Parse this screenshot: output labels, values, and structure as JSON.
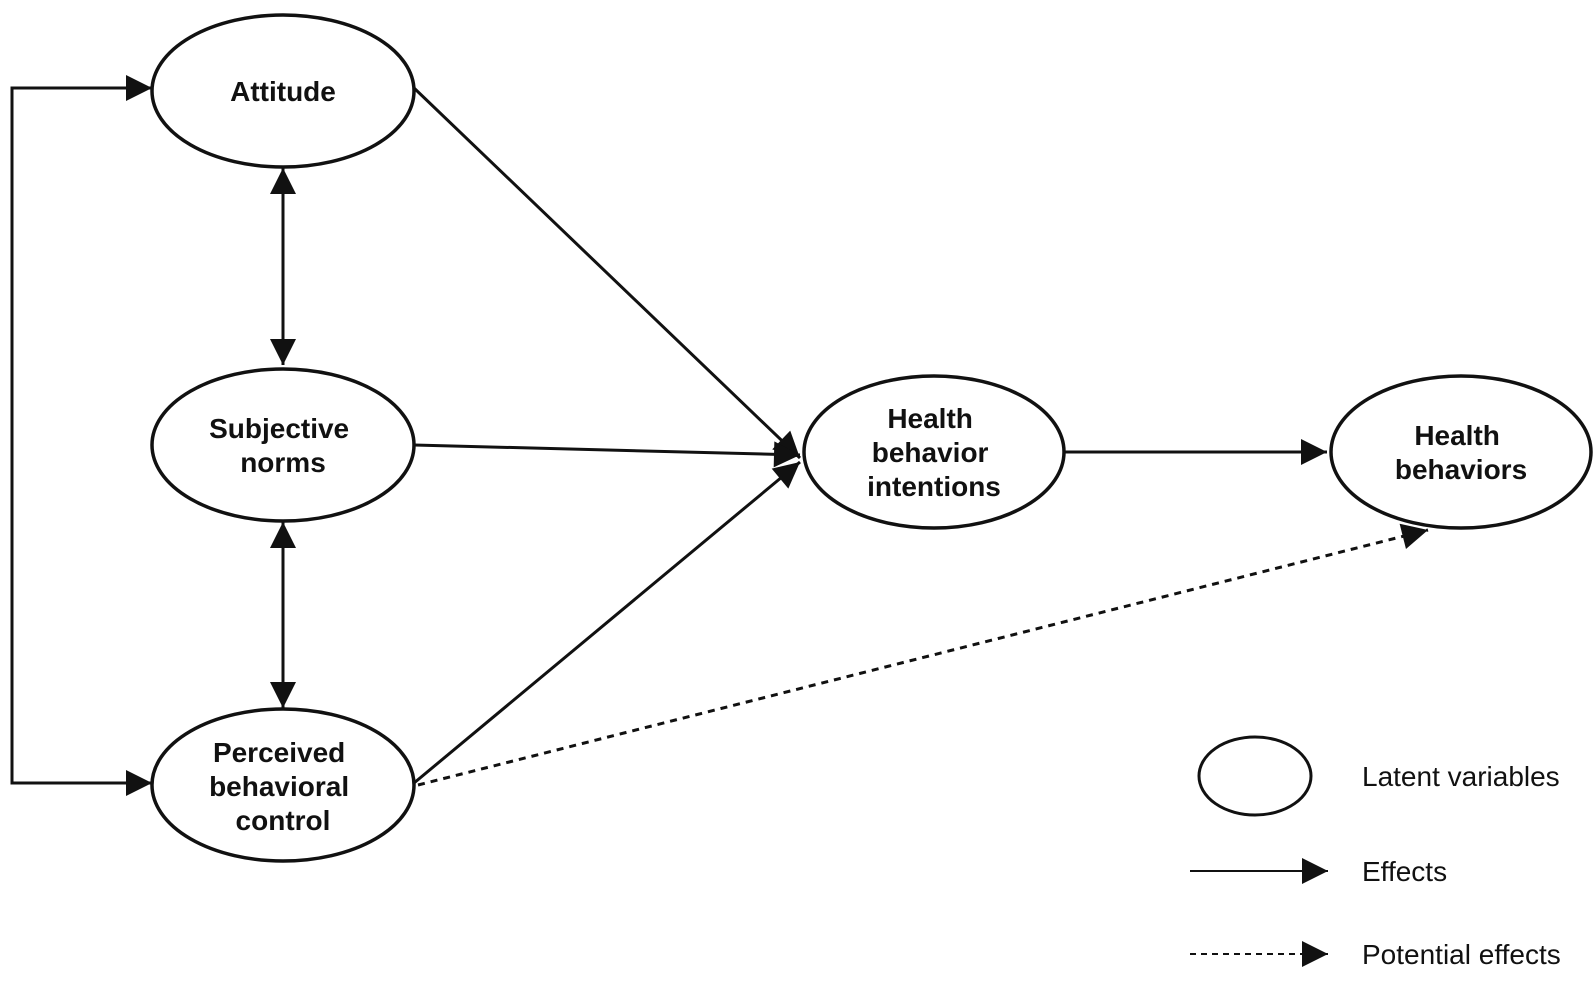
{
  "nodes": {
    "attitude": {
      "lines": [
        "Attitude"
      ]
    },
    "subjective_norms": {
      "lines": [
        "Subjective",
        "norms"
      ]
    },
    "perceived_behavioral_control": {
      "lines": [
        "Perceived",
        "behavioral",
        "control"
      ]
    },
    "health_behavior_intentions": {
      "lines": [
        "Health",
        "behavior",
        "intentions"
      ]
    },
    "health_behaviors": {
      "lines": [
        "Health",
        "behaviors"
      ]
    }
  },
  "legend": {
    "latent_variables": "Latent variables",
    "effects": "Effects",
    "potential_effects": "Potential effects"
  },
  "colors": {
    "stroke": "#111111",
    "background": "#ffffff"
  }
}
